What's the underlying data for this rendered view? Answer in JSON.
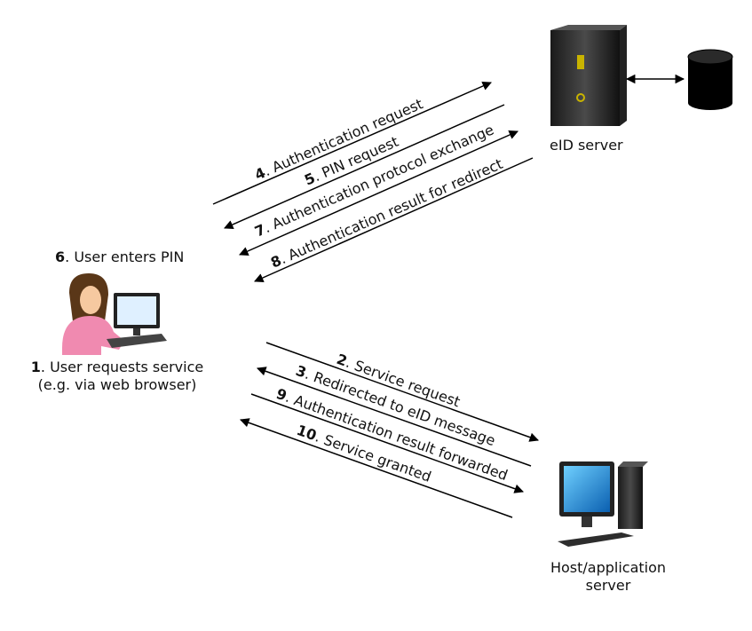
{
  "actors": {
    "eid_server": {
      "label": "eID server"
    },
    "host": {
      "label_line1": "Host/application",
      "label_line2": "server"
    },
    "user": {
      "pin_num": "6",
      "pin_text": ". User enters PIN",
      "req_num": "1",
      "req_text": ". User requests service",
      "req_line2": "(e.g. via web browser)"
    }
  },
  "messages": {
    "m4": {
      "num": "4",
      "text": ". Authentication request"
    },
    "m5": {
      "num": "5",
      "text": ". PIN request"
    },
    "m7": {
      "num": "7",
      "text": ". Authentication protocol exchange"
    },
    "m8": {
      "num": "8",
      "text": ". Authentication result for redirect"
    },
    "m2": {
      "num": "2",
      "text": ". Service request"
    },
    "m3": {
      "num": "3",
      "text": ". Redirected to eID message"
    },
    "m9": {
      "num": "9",
      "text": ". Authentication result forwarded"
    },
    "m10": {
      "num": "10",
      "text": ". Service granted"
    }
  }
}
